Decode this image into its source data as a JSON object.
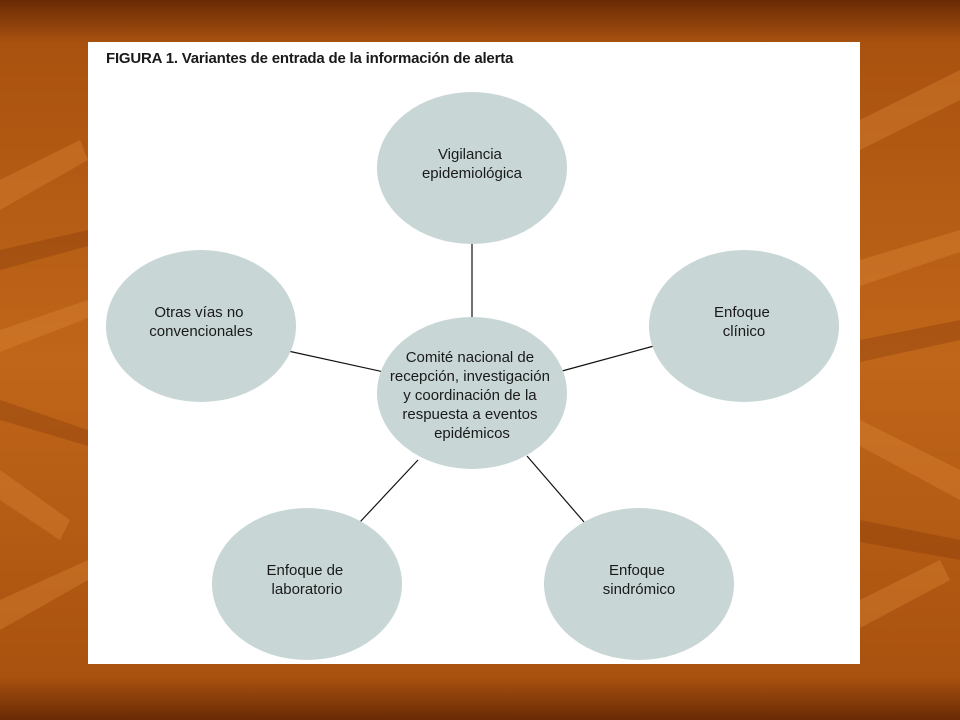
{
  "figure": {
    "title": "FIGURA 1. Variantes de entrada de la información de alerta"
  },
  "colors": {
    "node_fill": "#c8d6d6",
    "connector": "#111111",
    "panel_bg": "#ffffff",
    "slide_bg": "#b85a10"
  },
  "nodes": {
    "center": {
      "lines": [
        "Comité nacional de",
        "recepción, investigación",
        "y coordinación de la",
        "respuesta a eventos",
        "epidémicos"
      ]
    },
    "top": {
      "lines": [
        "Vigilancia",
        "epidemiológica"
      ]
    },
    "right": {
      "lines": [
        "Enfoque",
        "clínico"
      ]
    },
    "left": {
      "lines": [
        "Otras vías no",
        "convencionales"
      ]
    },
    "bottom_left": {
      "lines": [
        "Enfoque de",
        "laboratorio"
      ]
    },
    "bottom_right": {
      "lines": [
        "Enfoque",
        "sindrómico"
      ]
    }
  }
}
